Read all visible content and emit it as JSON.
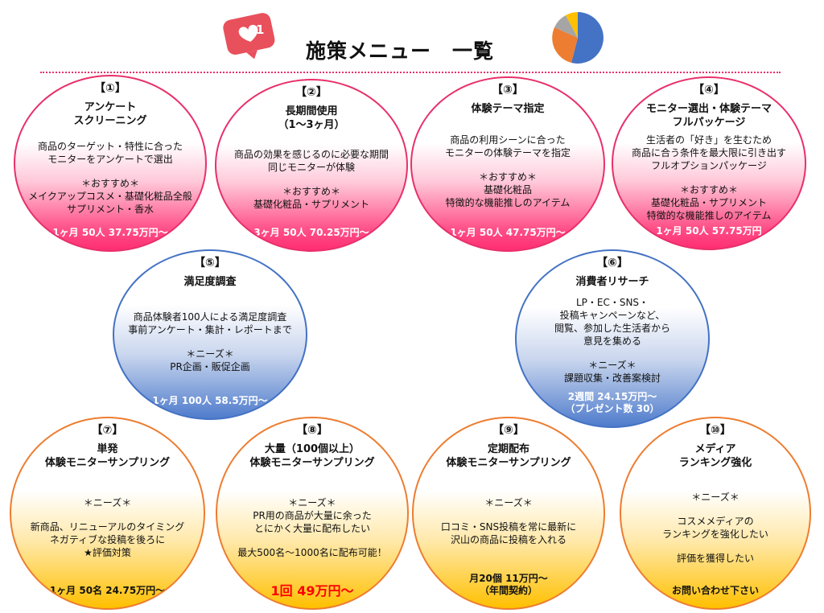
{
  "header": {
    "title": "施策メニュー　一覧",
    "like_count": "1"
  },
  "colors": {
    "pink": "#e8306a",
    "blue": "#4472c4",
    "orange": "#ed7d31",
    "price_red": "#ff0000"
  },
  "items": [
    {
      "num": "【①】",
      "theme": "pink",
      "title": [
        "アンケート",
        "スクリーニング"
      ],
      "body": [
        [
          "商品のターゲット・特性に合った",
          "モニターをアンケートで選出"
        ],
        [
          "＊おすすめ＊",
          "メイクアップコスメ・基礎化粧品全般",
          "サプリメント・香水"
        ]
      ],
      "price": [
        "1ヶ月 50人 37.75万円～"
      ]
    },
    {
      "num": "【②】",
      "theme": "pink",
      "title": [
        "長期間使用",
        "（1～3ヶ月）"
      ],
      "body": [
        [
          "商品の効果を感じるのに必要な期間",
          "同じモニターが体験"
        ],
        [
          "＊おすすめ＊",
          "基礎化粧品・サプリメント"
        ]
      ],
      "price": [
        "3ヶ月 50人 70.25万円～"
      ]
    },
    {
      "num": "【③】",
      "theme": "pink",
      "title": [
        "体験テーマ指定"
      ],
      "body": [
        [
          "商品の利用シーンに合った",
          "モニターの体験テーマを指定"
        ],
        [
          "＊おすすめ＊",
          "基礎化粧品",
          "特徴的な機能推しのアイテム"
        ]
      ],
      "price": [
        "1ヶ月 50人 47.75万円～"
      ]
    },
    {
      "num": "【④】",
      "theme": "pink",
      "title": [
        "モニター選出・体験テーマ",
        "フルパッケージ"
      ],
      "body": [
        [
          "生活者の「好き」を生むため",
          "商品に合う条件を最大限に引き出す",
          "フルオプションパッケージ"
        ],
        [
          "＊おすすめ＊",
          "基礎化粧品・サプリメント",
          "特徴的な機能推しのアイテム"
        ]
      ],
      "price": [
        "1ヶ月 50人 57.75万円"
      ]
    },
    {
      "num": "【⑤】",
      "theme": "blue",
      "title": [
        "満足度調査"
      ],
      "body": [
        [
          "商品体験者100人による満足度調査",
          "事前アンケート・集計・レポートまで"
        ],
        [
          "＊ニーズ＊",
          "PR企画・販促企画"
        ]
      ],
      "price": [
        "1ヶ月 100人 58.5万円～"
      ]
    },
    {
      "num": "【⑥】",
      "theme": "blue",
      "title": [
        "消費者リサーチ"
      ],
      "body": [
        [
          "LP・EC・SNS・",
          "投稿キャンペーンなど、",
          "閲覧、参加した生活者から",
          "意見を集める"
        ],
        [
          "＊ニーズ＊",
          "課題収集・改善案検討"
        ]
      ],
      "price": [
        "2週間 24.15万円～",
        "（プレゼント数 30）"
      ]
    },
    {
      "num": "【⑦】",
      "theme": "orange",
      "title": [
        "単発",
        "体験モニターサンプリング"
      ],
      "body": [
        [
          "＊ニーズ＊"
        ],
        [
          "新商品、リニューアルのタイミング",
          "ネガティブな投稿を後ろに",
          "★評価対策"
        ]
      ],
      "price": [
        "1ヶ月 50名 24.75万円～"
      ]
    },
    {
      "num": "【⑧】",
      "theme": "orange",
      "title": [
        "大量（100個以上）",
        "体験モニターサンプリング"
      ],
      "body": [
        [
          "＊ニーズ＊",
          "PR用の商品が大量に余った",
          "とにかく大量に配布したい"
        ],
        [
          "最大500名～1000名に配布可能！"
        ]
      ],
      "price": [
        "1回 49万円～"
      ],
      "red": true
    },
    {
      "num": "【⑨】",
      "theme": "orange",
      "title": [
        "定期配布",
        "体験モニターサンプリング"
      ],
      "body": [
        [
          "＊ニーズ＊"
        ],
        [
          "口コミ・SNS投稿を常に最新に",
          "沢山の商品に投稿を入れる"
        ]
      ],
      "price": [
        "月20個 11万円～",
        "（年間契約）"
      ]
    },
    {
      "num": "【⑩】",
      "theme": "orange",
      "title": [
        "メディア",
        "ランキング強化"
      ],
      "body": [
        [
          "＊ニーズ＊"
        ],
        [
          "コスメメディアの",
          "ランキングを強化したい"
        ],
        [
          "評価を獲得したい"
        ]
      ],
      "price": [
        "お問い合わせ下さい"
      ]
    }
  ]
}
